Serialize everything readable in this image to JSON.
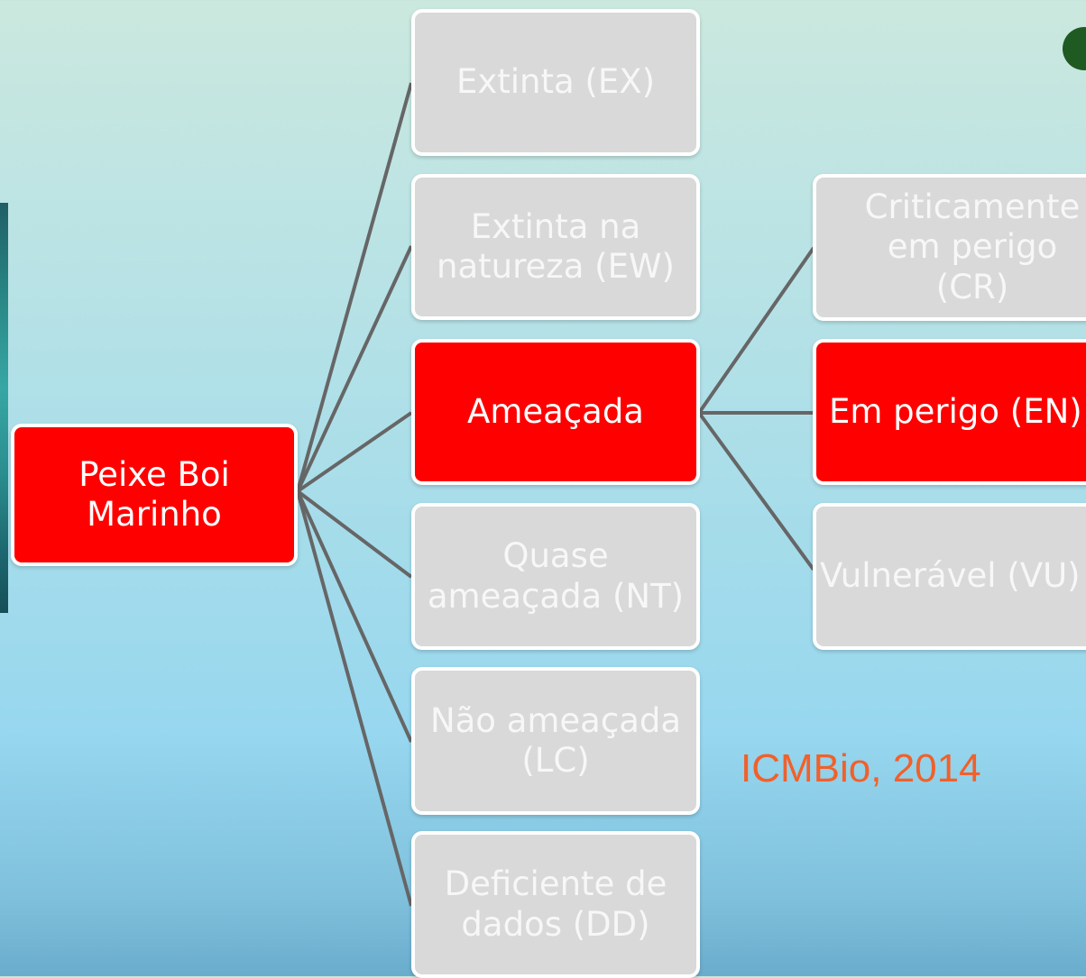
{
  "diagram": {
    "root": {
      "label": "Peixe Boi\nMarinho",
      "highlighted": true
    },
    "categories": [
      {
        "id": "ex",
        "label": "Extinta (EX)",
        "highlighted": false
      },
      {
        "id": "ew",
        "label": "Extinta na\nnatureza (EW)",
        "highlighted": false
      },
      {
        "id": "threatened",
        "label": "Ameaçada",
        "highlighted": true
      },
      {
        "id": "nt",
        "label": "Quase\nameaçada (NT)",
        "highlighted": false
      },
      {
        "id": "lc",
        "label": "Não ameaçada\n(LC)",
        "highlighted": false
      },
      {
        "id": "dd",
        "label": "Deficiente de\ndados (DD)",
        "highlighted": false
      }
    ],
    "threatened_subcategories": [
      {
        "id": "cr",
        "label": "Criticamente\nem perigo (CR)",
        "highlighted": false
      },
      {
        "id": "en",
        "label": "Em perigo (EN)",
        "highlighted": true
      },
      {
        "id": "vu",
        "label": "Vulnerável (VU)",
        "highlighted": false
      }
    ]
  },
  "citation": "ICMBio, 2014",
  "colors": {
    "highlight": "#ff0000",
    "default_box": "#d9d9d9",
    "connector": "#666666",
    "citation": "#f2602a"
  }
}
